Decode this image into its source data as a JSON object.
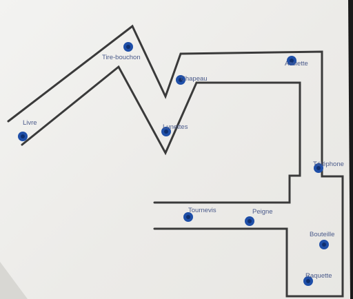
{
  "labels": {
    "livre": "Livre",
    "tire_bouchon": "Tire-bouchon",
    "chapeau": "Chapeau",
    "assiette": "Assiette",
    "lunettes": "Lunettes",
    "telephone": "Téléphone",
    "tournevis": "Tournevis",
    "peigne": "Peigne",
    "bouteille": "Bouteille",
    "raquette": "Raquette"
  },
  "colors": {
    "line": "#3a3a3a",
    "marker": "#1f4fa8",
    "marker_dark": "#0f2f6f",
    "paper": "#efeeeb"
  }
}
